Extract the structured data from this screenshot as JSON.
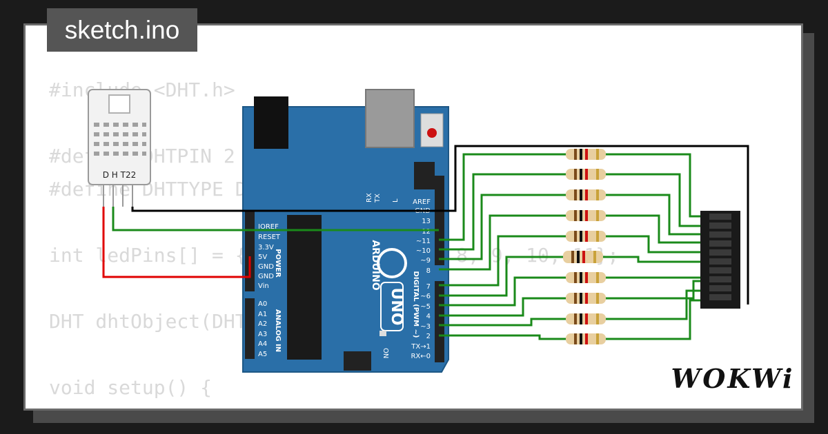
{
  "title": "sketch.ino",
  "code": [
    "#include <DHT.h>",
    "",
    "#define DHTPIN 2",
    "#define DHTTYPE DHT22",
    "",
    "int ledPins[] = {2, 3, 4, 5, 6, 7, 8, 9, 10, 11};",
    "",
    "DHT dhtObject(DHTPIN, DHTTYPE);",
    "",
    "void setup() {"
  ],
  "logo": "WOKWi",
  "dht": {
    "label": "D H T22"
  },
  "board": {
    "brand": "ARDUINO",
    "model": "UNO",
    "on_label": "ON",
    "tx_label": "TX",
    "rx_label": "RX",
    "l_label": "L",
    "power_label": "POWER",
    "analog_label": "ANALOG IN",
    "digital_label": "DIGITAL (PWM ~)",
    "power_pins": [
      "IOREF",
      "RESET",
      "3.3V",
      "5V",
      "GND",
      "GND",
      "Vin"
    ],
    "analog_pins": [
      "A0",
      "A1",
      "A2",
      "A3",
      "A4",
      "A5"
    ],
    "digital_top": [
      "AREF",
      "GND",
      "13",
      "12",
      "~11",
      "~10",
      "~9",
      "8"
    ],
    "digital_bottom": [
      "7",
      "~6",
      "~5",
      "4",
      "~3",
      "2",
      "TX→1",
      "RX←0"
    ]
  },
  "colors": {
    "board": "#2a6fa8",
    "wire_green": "#1a8a1a",
    "wire_black": "#000000",
    "wire_red": "#e00000",
    "resistor": "#e8cfa0"
  }
}
